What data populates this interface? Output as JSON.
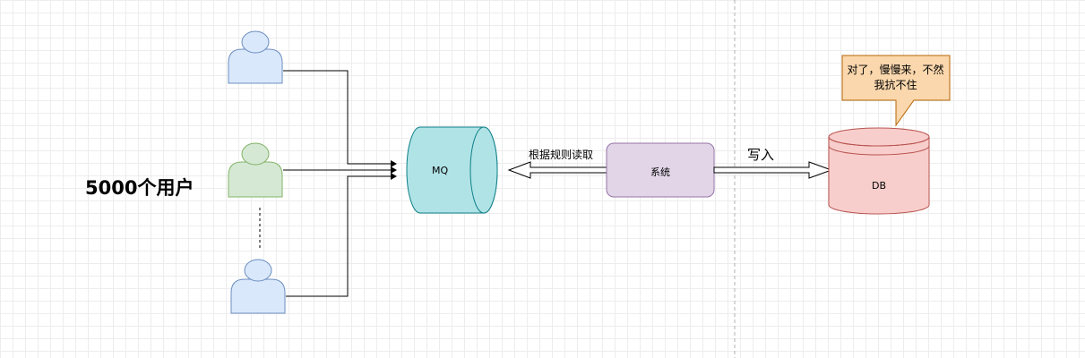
{
  "users": {
    "label": "5000个用户",
    "colors": {
      "user_blue": "#dae8fc",
      "user_blue_stroke": "#6c8ebf",
      "user_green": "#d5e8d4",
      "user_green_stroke": "#82b366"
    }
  },
  "mq": {
    "label": "MQ",
    "fill": "#b0e3e6",
    "stroke": "#0e8088"
  },
  "system": {
    "label": "系统",
    "fill": "#e1d5e7",
    "stroke": "#9673a6"
  },
  "db": {
    "label": "DB",
    "fill": "#f8cecc",
    "stroke": "#b85450"
  },
  "edges": {
    "read_label": "根据规则读取",
    "write_label": "写入"
  },
  "callout": {
    "text": "对了，慢慢来，不然我抗不住",
    "fill": "#fad7ac",
    "stroke": "#b46504"
  }
}
